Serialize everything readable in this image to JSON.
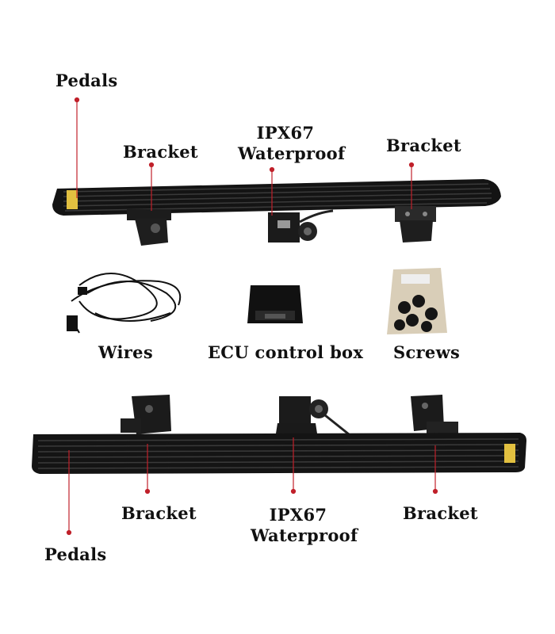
{
  "top_diagram": {
    "pedals_label": "Pedals",
    "bracket_left_label": "Bracket",
    "waterproof_label_line1": "IPX67",
    "waterproof_label_line2": "Waterproof",
    "bracket_right_label": "Bracket"
  },
  "parts": {
    "wires_label": "Wires",
    "ecu_label": "ECU control box",
    "screws_label": "Screws"
  },
  "bottom_diagram": {
    "bracket_left_label": "Bracket",
    "waterproof_label_line1": "IPX67",
    "waterproof_label_line2": "Waterproof",
    "bracket_right_label": "Bracket",
    "pedals_label": "Pedals"
  },
  "colors": {
    "pointer": "#c0202a",
    "board": "#141414",
    "board_rib": "#3a3a3a",
    "sticker": "#e2c040"
  }
}
